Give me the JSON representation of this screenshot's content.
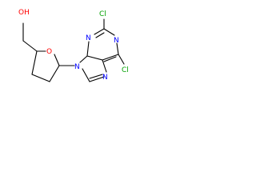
{
  "molecule": {
    "atoms": [
      {
        "symbol": "OH",
        "color": "#ff0000"
      },
      {
        "symbol": "O",
        "color": "#ff0000"
      },
      {
        "symbol": "N",
        "color": "#0000ff"
      },
      {
        "symbol": "N",
        "color": "#0000ff"
      },
      {
        "symbol": "N",
        "color": "#0000ff"
      },
      {
        "symbol": "N",
        "color": "#0000ff"
      },
      {
        "symbol": "Cl",
        "color": "#00a000"
      },
      {
        "symbol": "Cl",
        "color": "#00a000"
      }
    ]
  }
}
